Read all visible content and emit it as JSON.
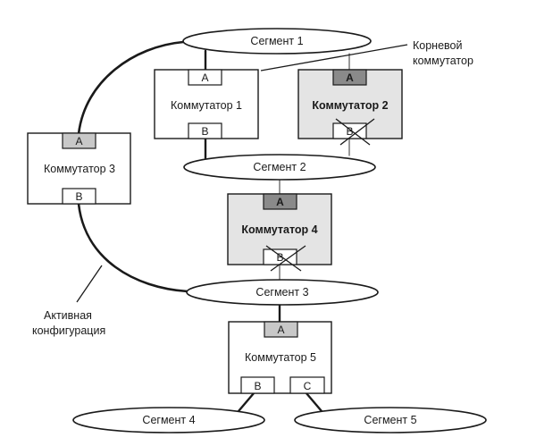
{
  "colors": {
    "line": "#1a1a1a",
    "link_inactive": "#555555",
    "switch_fill": "#ffffff",
    "switch_blocked_fill": "#e4e4e4",
    "port_fill": "#ffffff",
    "port_root_fill": "#c8c8c8",
    "port_active_dark_fill": "#8a8a8a",
    "segment_fill": "#ffffff"
  },
  "segments": [
    {
      "id": "seg1",
      "label": "Сегмент 1"
    },
    {
      "id": "seg2",
      "label": "Сегмент 2"
    },
    {
      "id": "seg3",
      "label": "Сегмент 3"
    },
    {
      "id": "seg4",
      "label": "Сегмент 4"
    },
    {
      "id": "seg5",
      "label": "Сегмент 5"
    }
  ],
  "switches": [
    {
      "id": "sw1",
      "label": "Коммутатор 1",
      "blocked_state": false,
      "ports": [
        {
          "name": "A",
          "role": "normal",
          "blocked": false
        },
        {
          "name": "B",
          "role": "normal",
          "blocked": false
        }
      ]
    },
    {
      "id": "sw2",
      "label": "Коммутатор 2",
      "blocked_state": true,
      "ports": [
        {
          "name": "A",
          "role": "root",
          "blocked": false
        },
        {
          "name": "B",
          "role": "normal",
          "blocked": true
        }
      ]
    },
    {
      "id": "sw3",
      "label": "Коммутатор 3",
      "blocked_state": false,
      "ports": [
        {
          "name": "A",
          "role": "root",
          "blocked": false
        },
        {
          "name": "B",
          "role": "normal",
          "blocked": false
        }
      ]
    },
    {
      "id": "sw4",
      "label": "Коммутатор 4",
      "blocked_state": true,
      "ports": [
        {
          "name": "A",
          "role": "root",
          "blocked": false
        },
        {
          "name": "B",
          "role": "normal",
          "blocked": true
        }
      ]
    },
    {
      "id": "sw5",
      "label": "Коммутатор 5",
      "blocked_state": false,
      "ports": [
        {
          "name": "A",
          "role": "root",
          "blocked": false
        },
        {
          "name": "B",
          "role": "normal",
          "blocked": false
        },
        {
          "name": "C",
          "role": "normal",
          "blocked": false
        }
      ]
    }
  ],
  "annotations": {
    "root_switch_line1": "Корневой",
    "root_switch_line2": "коммутатор",
    "active_config_line1": "Активная",
    "active_config_line2": "конфигурация"
  }
}
